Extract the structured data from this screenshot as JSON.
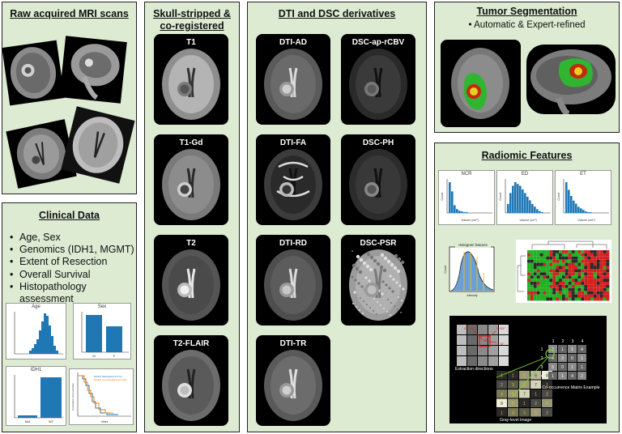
{
  "panels": {
    "raw": {
      "title": "Raw acquired MRI scans"
    },
    "skull": {
      "title_line1": "Skull-stripped &",
      "title_line2": "co-registered",
      "labels": [
        "T1",
        "T1-Gd",
        "T2",
        "T2-FLAIR"
      ]
    },
    "dti": {
      "title": "DTI and DSC derivatives",
      "labels": [
        "DTI-AD",
        "DSC-ap-rCBV",
        "DTI-FA",
        "DSC-PH",
        "DTI-RD",
        "DSC-PSR",
        "DTI-TR"
      ]
    },
    "tumor": {
      "title": "Tumor Segmentation",
      "subtitle": "Automatic & Expert-refined"
    },
    "clinical": {
      "title": "Clinical Data",
      "items": [
        "Age, Sex",
        "Genomics (IDH1, MGMT)",
        "Extent of Resection",
        "Overall Survival",
        "Histopathology",
        "assessment"
      ],
      "charts": {
        "age": "Age",
        "sex": "Sex",
        "idh": "IDH1",
        "sex_ticks": [
          "M",
          "F"
        ],
        "idh_ticks": [
          "Mut",
          "WT"
        ],
        "km_legend": [
          "MGMT Methylated (N=72)",
          "MGMT Unmethylated (N=135)"
        ],
        "km_xlabel": "Years",
        "km_ylabel": "Cumulative Survival Rate"
      }
    },
    "radiomic": {
      "title": "Radiomic Features",
      "hist_titles": [
        "NCR",
        "ED",
        "ET"
      ],
      "hist_xlabel": "Volume (cm³)",
      "hist_ylabel": "Count",
      "histfeat_title": "Histogram features",
      "histfeat_x": "Intensity",
      "histfeat_y": "Count",
      "extraction_label": "Extraction directions",
      "cooc_label": "Co-occurrence Matrix Example",
      "gray_label": "Gray-level image",
      "angles": [
        "0°/ 135°",
        "0°/45°",
        "0°/0°"
      ]
    }
  },
  "colors": {
    "panel_bg": "#dcebd2",
    "tumor_red": "#e03010",
    "tumor_green": "#2fb52f",
    "bar_blue": "#1f77b4"
  }
}
